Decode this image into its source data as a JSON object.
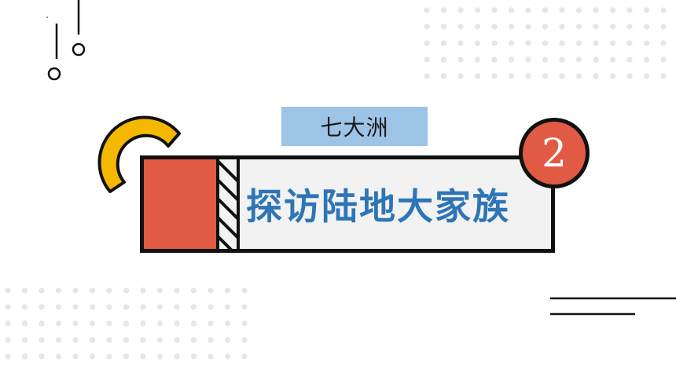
{
  "slide": {
    "tag_label": "七大洲",
    "title": "探访陆地大家族",
    "section_number": "2"
  },
  "colors": {
    "accent_red": "#e05a44",
    "accent_yellow": "#f5b800",
    "title_blue": "#2e75b6",
    "tag_blue": "#9dc3e6",
    "dot_gray": "#e3e6ea",
    "outline": "#111111"
  }
}
